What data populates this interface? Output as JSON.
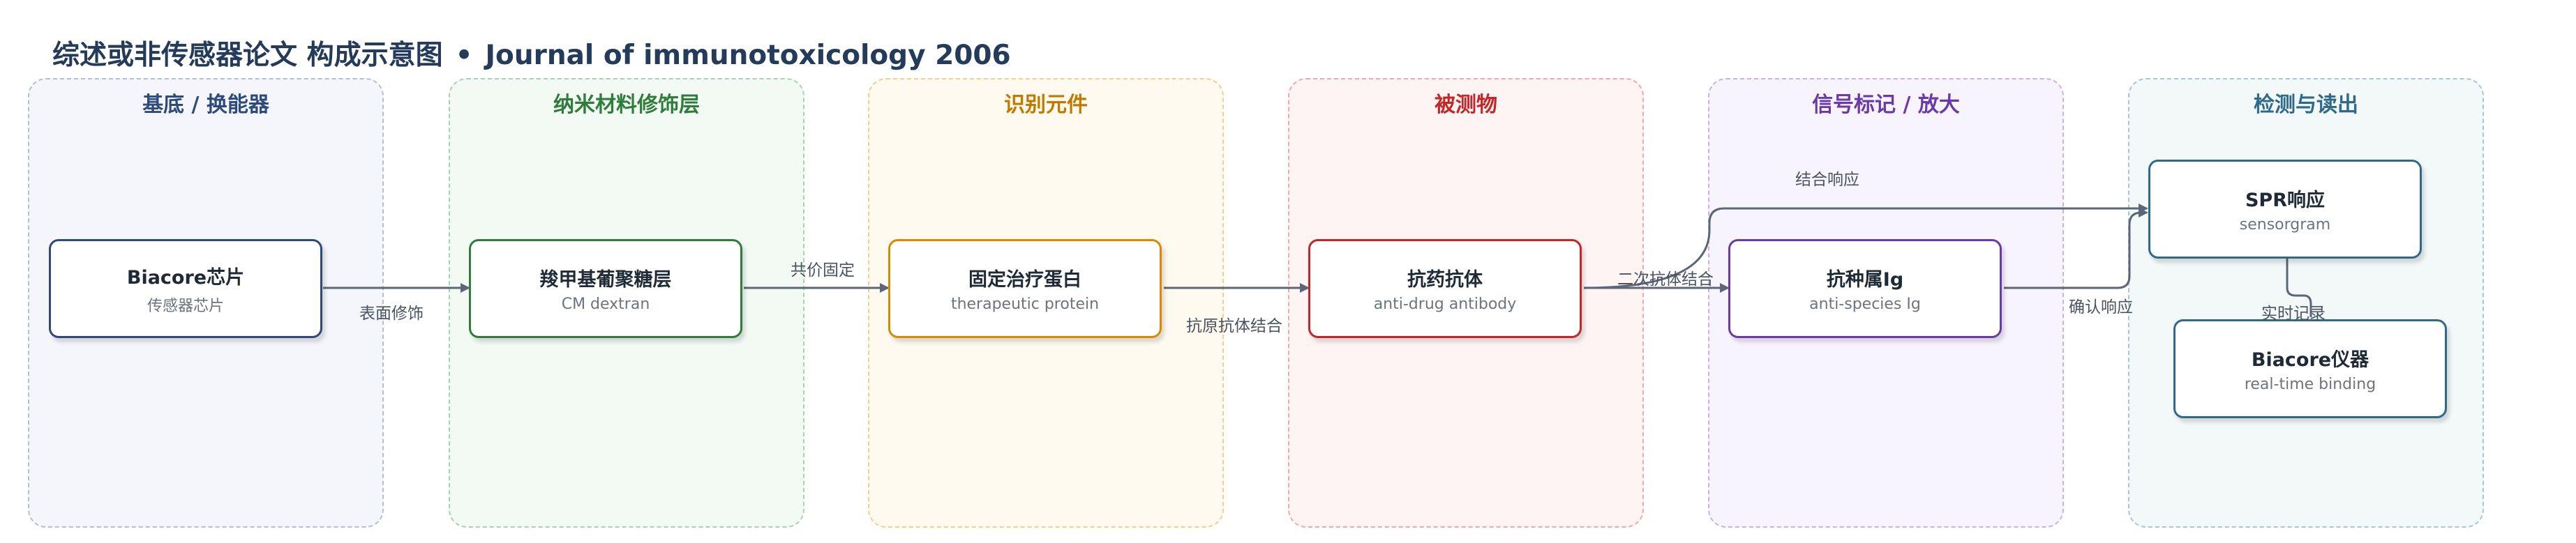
{
  "title": {
    "main": "综述或非传感器论文 构成示意图",
    "separator": "•",
    "journal": "Journal of immunotoxicology 2006"
  },
  "panels": [
    {
      "title": "基底 / 换能器",
      "color": "#2e4a7a",
      "border": "#b3bfd8",
      "fill": "#f4f6fb"
    },
    {
      "title": "纳米材料修饰层",
      "color": "#2e7d3a",
      "border": "#a9d3ae",
      "fill": "#f3faf4"
    },
    {
      "title": "识别元件",
      "color": "#c07a00",
      "border": "#f0cf8f",
      "fill": "#fffaf0"
    },
    {
      "title": "被测物",
      "color": "#c42727",
      "border": "#f2a9a9",
      "fill": "#fff4f4"
    },
    {
      "title": "信号标记 / 放大",
      "color": "#6a3aa8",
      "border": "#c9b3e6",
      "fill": "#f8f4fd"
    },
    {
      "title": "检测与读出",
      "color": "#2e6a8a",
      "border": "#aac6d6",
      "fill": "#f3f8f9"
    }
  ],
  "nodes": {
    "biacore_chip": {
      "main": "Biacore芯片",
      "sub": "传感器芯片",
      "border": "#2e4a7a"
    },
    "cm_dextran": {
      "main": "羧甲基葡聚糖层",
      "sub": "CM dextran",
      "border": "#2e7d3a"
    },
    "therapeutic_protein": {
      "main": "固定治疗蛋白",
      "sub": "therapeutic protein",
      "border": "#d98a00"
    },
    "anti_drug_antibody": {
      "main": "抗药抗体",
      "sub": "anti-drug antibody",
      "border": "#c42727"
    },
    "anti_species_ig": {
      "main": "抗种属Ig",
      "sub": "anti-species Ig",
      "border": "#6a3aa8"
    },
    "spr_response": {
      "main": "SPR响应",
      "sub": "sensorgram",
      "border": "#2e6a8a"
    },
    "biacore_instrument": {
      "main": "Biacore仪器",
      "sub": "real-time binding",
      "border": "#2e6a8a"
    }
  },
  "edges": {
    "surface_mod": "表面修饰",
    "covalent": "共价固定",
    "antigen_binding": "抗原抗体结合",
    "secondary": "二次抗体结合",
    "binding_response": "结合响应",
    "confirm_response": "确认响应",
    "realtime_record": "实时记录"
  },
  "edge_color": "#5b6678"
}
